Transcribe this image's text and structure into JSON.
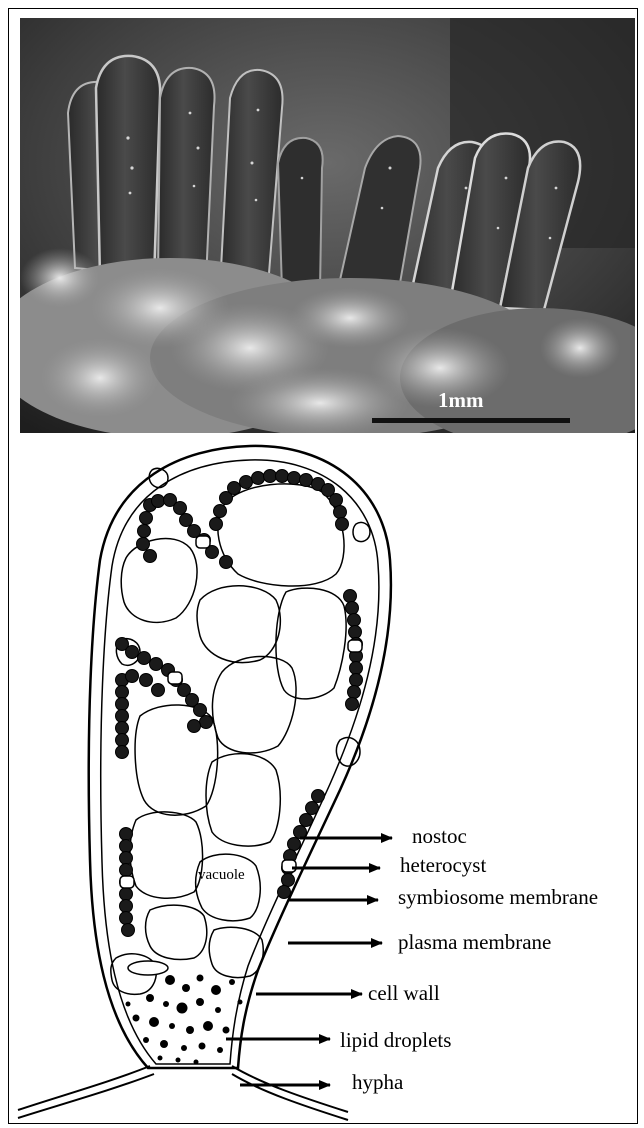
{
  "photo": {
    "scale_label": "1mm"
  },
  "diagram": {
    "inner_label": "vacuole",
    "labels": [
      {
        "id": "nostoc",
        "text": "nostoc"
      },
      {
        "id": "heterocyst",
        "text": "heterocyst"
      },
      {
        "id": "symbiosome",
        "text": "symbiosome membrane"
      },
      {
        "id": "plasma",
        "text": "plasma membrane"
      },
      {
        "id": "cellwall",
        "text": "cell wall"
      },
      {
        "id": "lipid",
        "text": "lipid droplets"
      },
      {
        "id": "hypha",
        "text": "hypha"
      }
    ]
  }
}
